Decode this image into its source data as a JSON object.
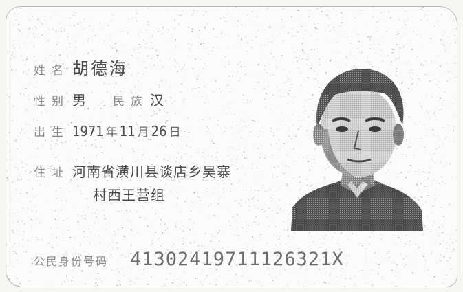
{
  "card": {
    "name": {
      "label": "姓名",
      "value": "胡德海"
    },
    "sex": {
      "label": "性别",
      "value": "男"
    },
    "ethnicity": {
      "label": "民族",
      "value": "汉"
    },
    "birth": {
      "label": "出生",
      "year": "1971",
      "year_unit": "年",
      "month": "11",
      "month_unit": "月",
      "day": "26",
      "day_unit": "日"
    },
    "address": {
      "label": "住址",
      "line1": "河南省潢川县谈店乡吴寨",
      "line2": "村西王营组"
    },
    "id": {
      "label": "公民身份号码",
      "value": "41302419711126321X"
    }
  }
}
